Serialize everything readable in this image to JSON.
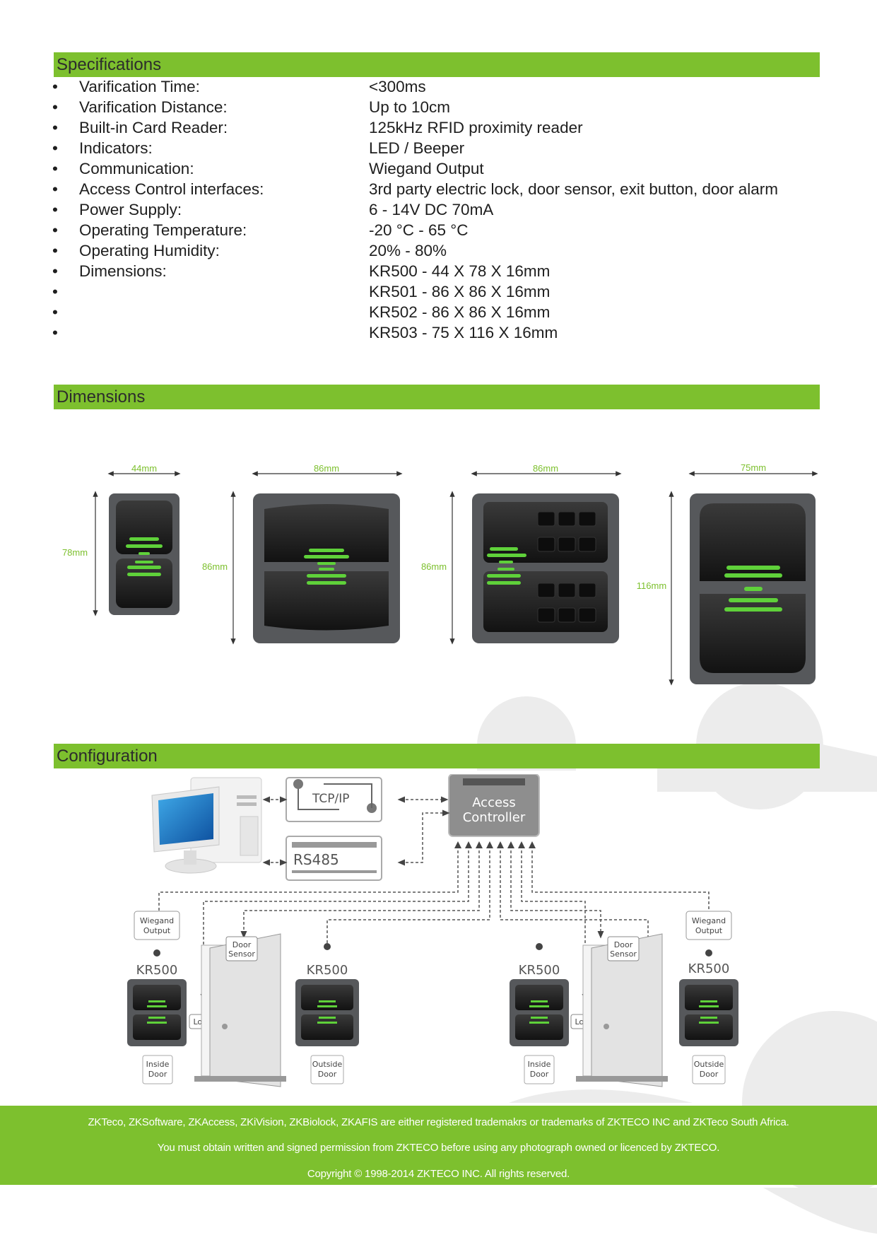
{
  "sections": {
    "specifications": "Specifications",
    "dimensions": "Dimensions",
    "configuration": "Configuration"
  },
  "specs": [
    {
      "label": "Varification Time:",
      "value": "<300ms"
    },
    {
      "label": "Varification Distance:",
      "value": "Up to 10cm"
    },
    {
      "label": "Built-in Card Reader:",
      "value": "125kHz RFID proximity reader"
    },
    {
      "label": "Indicators:",
      "value": "LED / Beeper"
    },
    {
      "label": "Communication:",
      "value": "Wiegand Output"
    },
    {
      "label": "Access Control interfaces:",
      "value": "3rd party electric lock, door sensor, exit button, door alarm"
    },
    {
      "label": "Power Supply:",
      "value": "6 - 14V DC 70mA"
    },
    {
      "label": "Operating Temperature:",
      "value": "-20 °C - 65 °C"
    },
    {
      "label": "Operating Humidity:",
      "value": "20% - 80%"
    },
    {
      "label": "Dimensions:",
      "value": "KR500 - 44 X 78 X 16mm"
    },
    {
      "label": "",
      "value": "KR501 - 86 X 86 X 16mm"
    },
    {
      "label": "",
      "value": "KR502 - 86 X 86 X 16mm"
    },
    {
      "label": "",
      "value": "KR503 - 75 X 116 X 16mm"
    }
  ],
  "bullet": "•",
  "dimensions": {
    "kr500": {
      "width": "44mm",
      "height": "78mm"
    },
    "kr501": {
      "width": "86mm",
      "height": "86mm"
    },
    "kr502": {
      "width": "86mm",
      "height": "86mm"
    },
    "kr503": {
      "width": "75mm",
      "height": "116mm"
    }
  },
  "configuration": {
    "tcpip": "TCP/IP",
    "rs485": "RS485",
    "controller_line1": "Access",
    "controller_line2": "Controller",
    "wiegand_line1": "Wiegand",
    "wiegand_line2": "Output",
    "door_sensor_line1": "Door",
    "door_sensor_line2": "Sensor",
    "reader_model": "KR500",
    "lock": "Lock",
    "inside_line1": "Inside",
    "outside_line1": "Outside",
    "door_line2": "Door"
  },
  "footer": {
    "line1": "ZKTeco, ZKSoftware, ZKAccess, ZKiVision, ZKBiolock, ZKAFIS are either registered trademakrs or trademarks of ZKTECO INC and ZKTeco South Africa.",
    "line2": "You must obtain written and signed permission from ZKTECO before using any photograph owned or licenced by ZKTECO.",
    "line3": "Copyright  ©  1998-2014 ZKTECO INC. All rights reserved."
  },
  "colors": {
    "accent_green": "#7dc02e",
    "led_green": "#5fd13a",
    "device_frame": "#55575a",
    "device_face": "#1c1c1c",
    "dim_label": "#7dc02e"
  }
}
